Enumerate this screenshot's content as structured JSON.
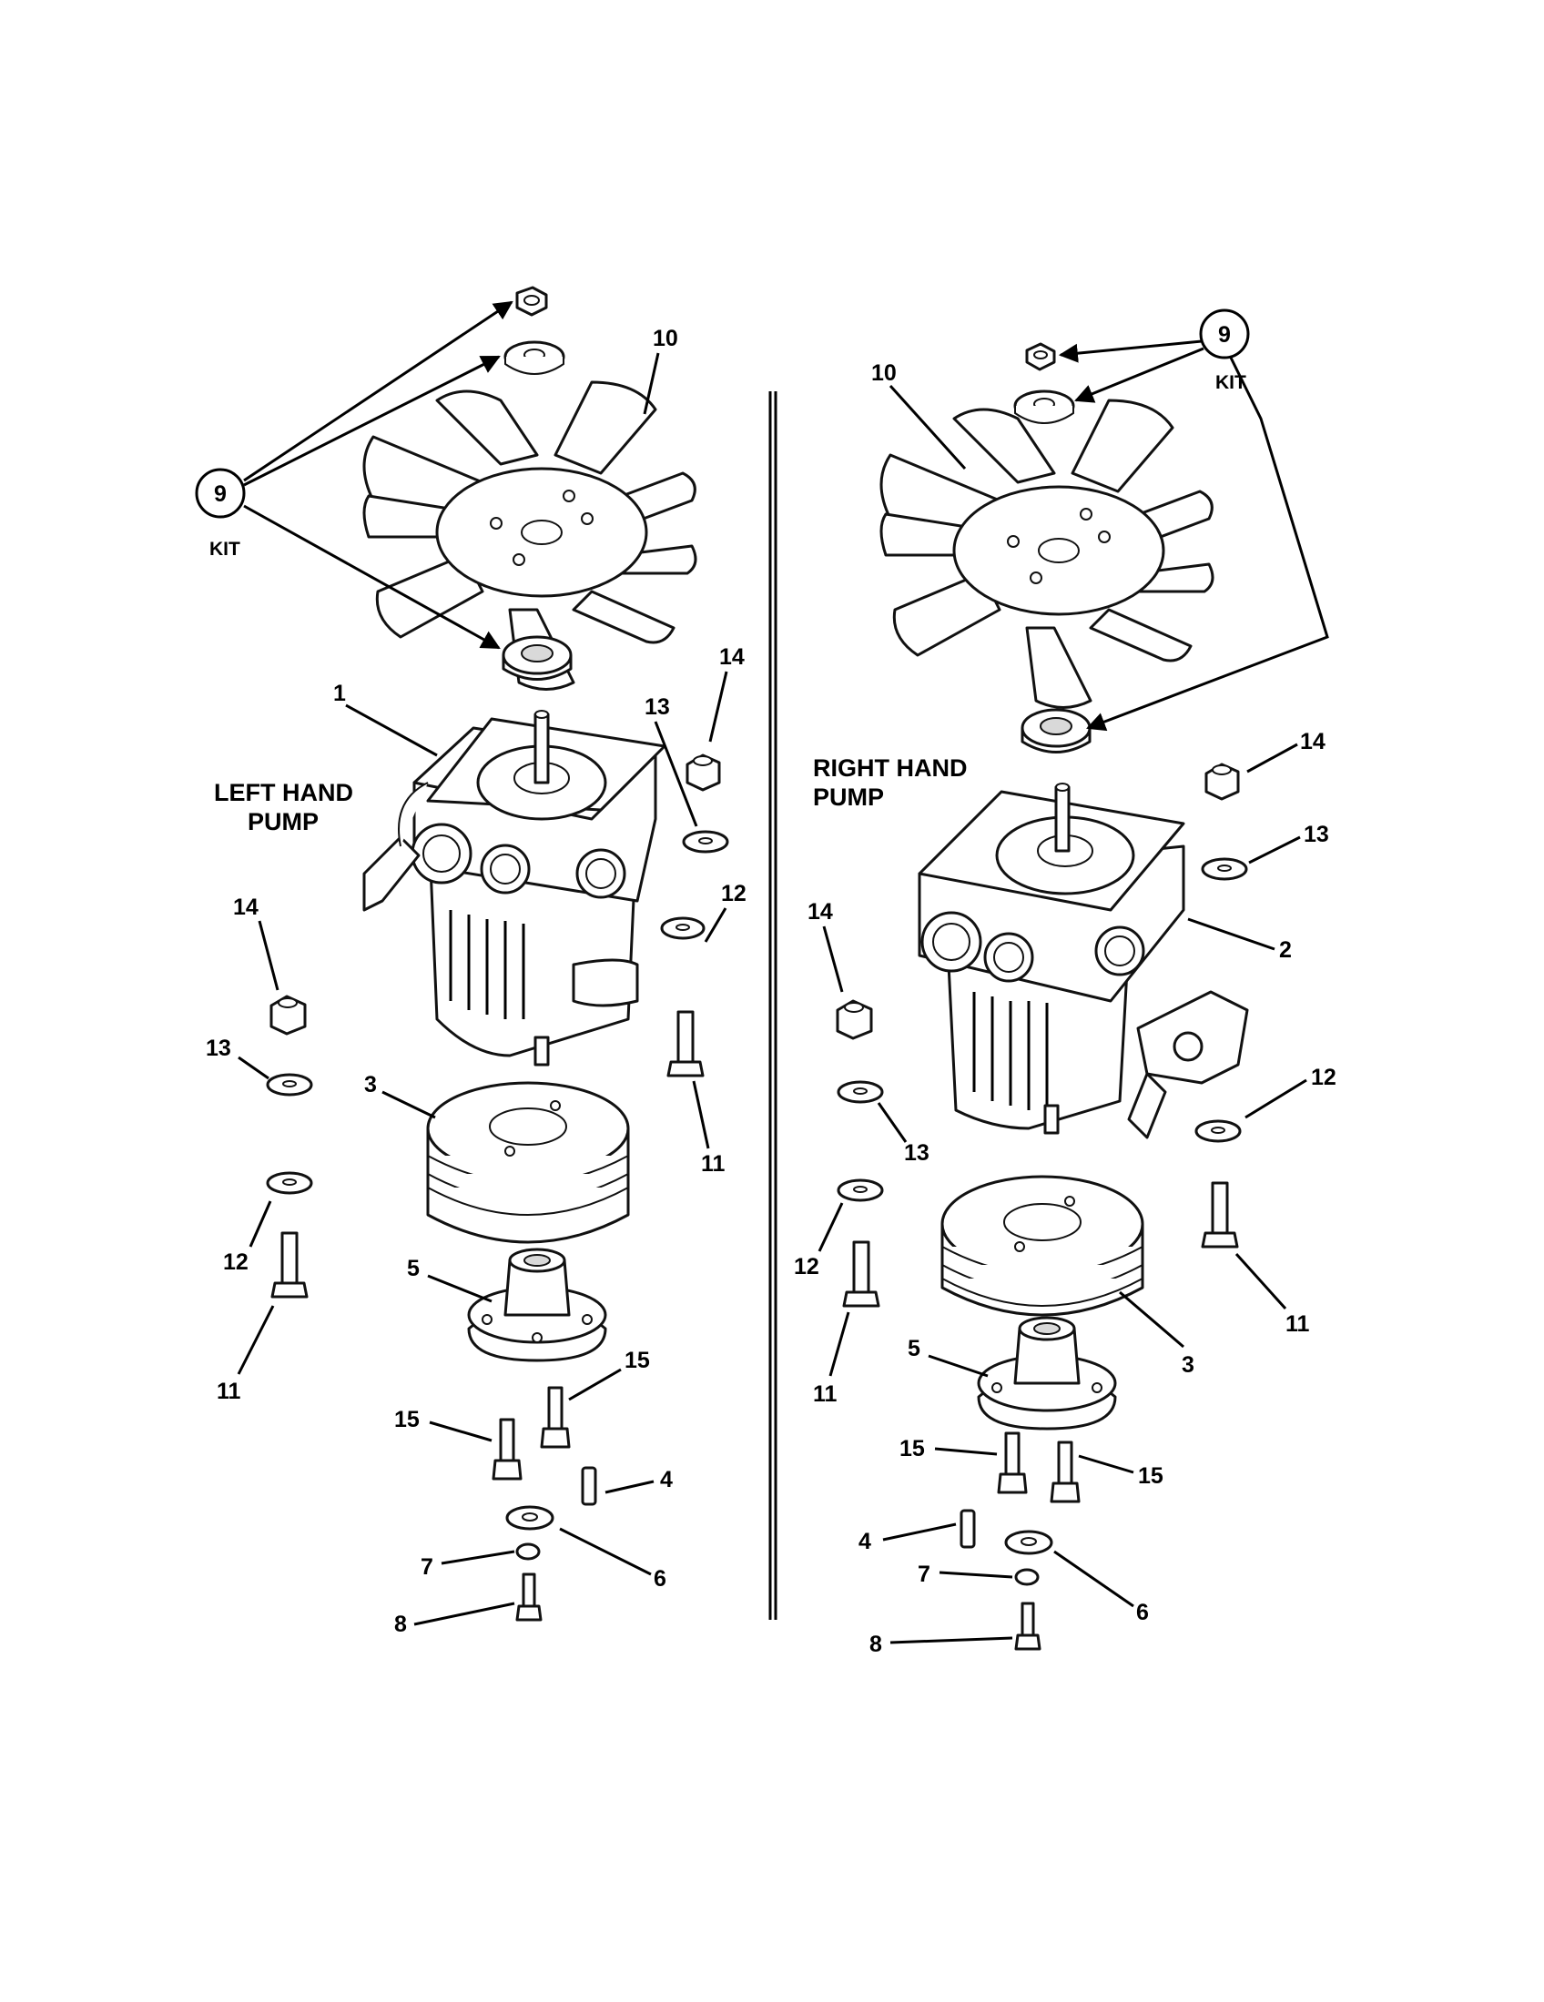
{
  "diagram": {
    "left_caption": [
      "LEFT HAND",
      "PUMP"
    ],
    "right_caption": [
      "RIGHT HAND",
      "PUMP"
    ],
    "kit_label": "KIT",
    "callouts": {
      "n1": "1",
      "n2": "2",
      "n3": "3",
      "n4": "4",
      "n5": "5",
      "n6": "6",
      "n7": "7",
      "n8": "8",
      "n9": "9",
      "n10": "10",
      "n11": "11",
      "n12": "12",
      "n13": "13",
      "n14": "14",
      "n15": "15"
    }
  }
}
